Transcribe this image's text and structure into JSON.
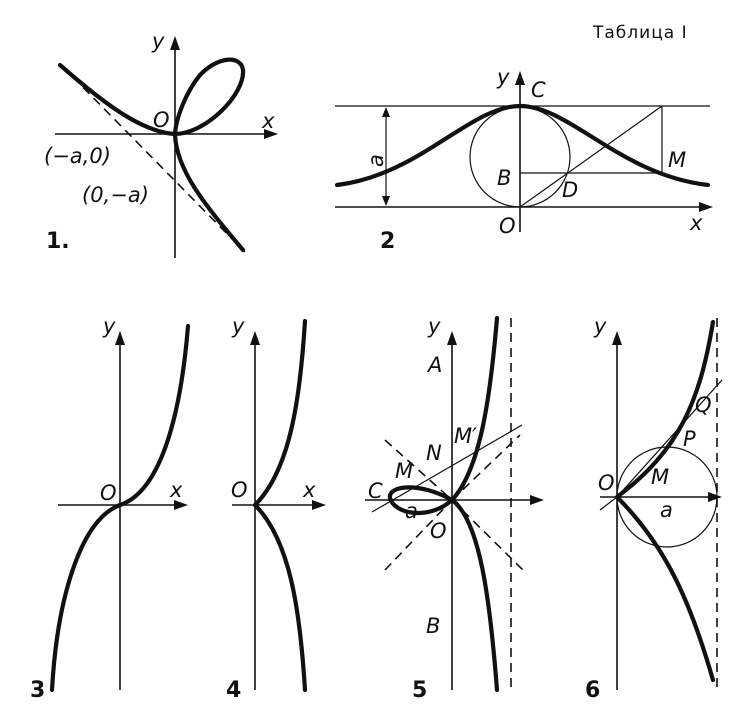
{
  "table_title": "Таблица I",
  "figures": [
    {
      "number": "1.",
      "labels": {
        "x": "x",
        "y": "y",
        "origin": "O",
        "point_a": "(−a,0)",
        "point_b": "(0,−a)"
      }
    },
    {
      "number": "2",
      "labels": {
        "x": "x",
        "y": "y",
        "origin": "O",
        "c": "C",
        "b": "B",
        "d": "D",
        "m": "M",
        "a": "a"
      }
    },
    {
      "number": "3",
      "labels": {
        "x": "x",
        "y": "y",
        "origin": "O"
      }
    },
    {
      "number": "4",
      "labels": {
        "x": "x",
        "y": "y",
        "origin": "O"
      }
    },
    {
      "number": "5",
      "labels": {
        "y": "y",
        "origin": "O",
        "a_upper": "A",
        "b_lower": "B",
        "n": "N",
        "m": "M",
        "m_prime": "M′",
        "c": "C",
        "a": "a"
      }
    },
    {
      "number": "6",
      "labels": {
        "y": "y",
        "origin": "O",
        "m": "M",
        "p": "P",
        "q": "Q",
        "a": "a"
      }
    }
  ]
}
